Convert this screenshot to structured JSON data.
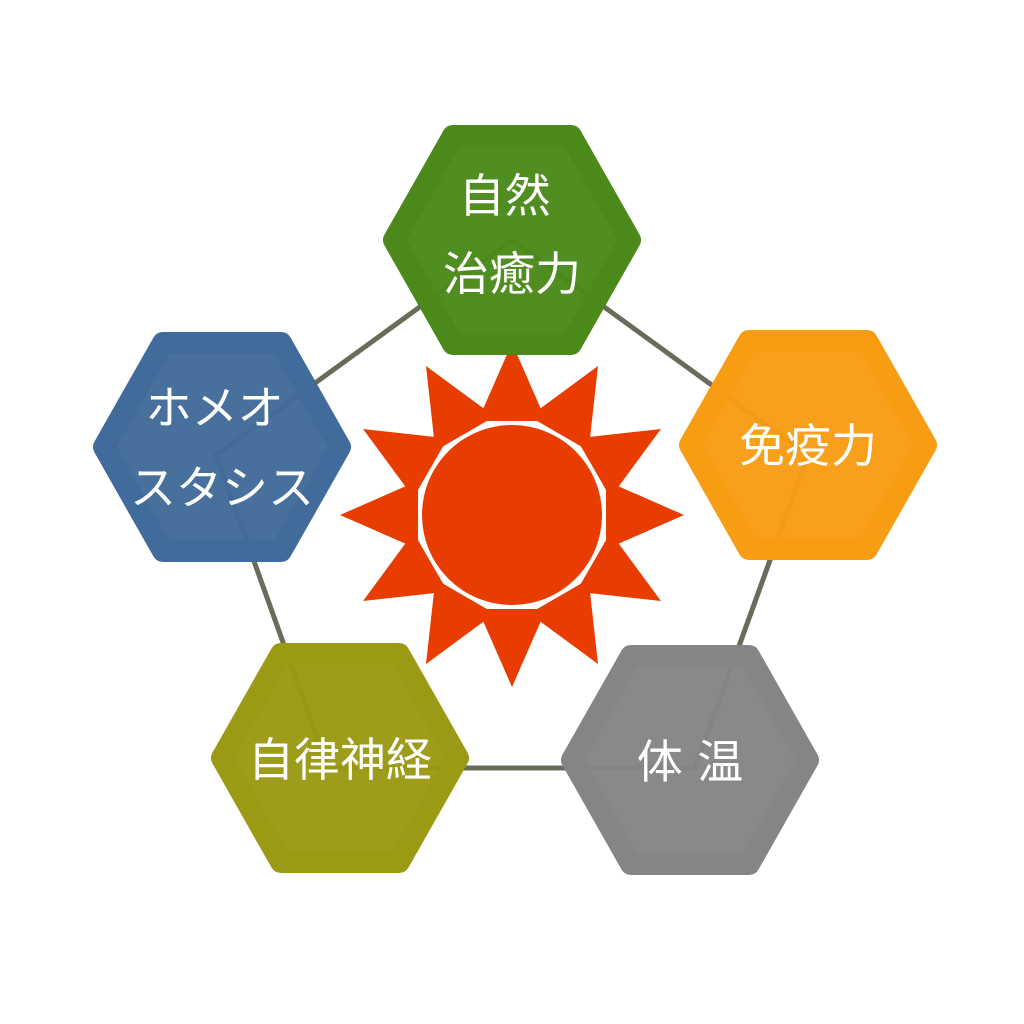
{
  "diagram": {
    "center_icon": "sun-icon",
    "nodes": [
      {
        "id": "natural-healing",
        "lines": [
          "自然",
          "治癒力"
        ],
        "color": "#4b8a1a"
      },
      {
        "id": "immunity",
        "lines": [
          "免疫力"
        ],
        "color": "#f89c14"
      },
      {
        "id": "body-temperature",
        "lines": [
          "体 温"
        ],
        "color": "#858585"
      },
      {
        "id": "autonomic-nerves",
        "lines": [
          "自律神経"
        ],
        "color": "#9a9a14"
      },
      {
        "id": "homeostasis",
        "lines": [
          "ホメオ",
          "スタシス"
        ],
        "color": "#416b9a"
      }
    ],
    "colors": {
      "sun": "#e83c00",
      "connector": "#6b6b59"
    }
  }
}
